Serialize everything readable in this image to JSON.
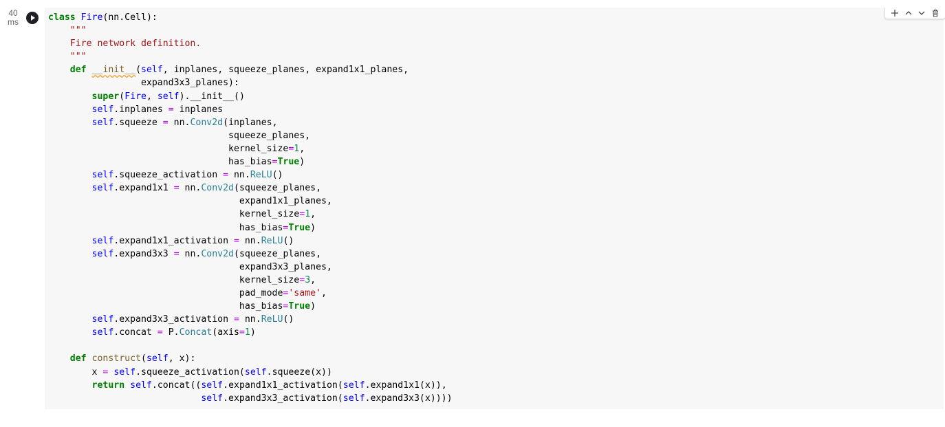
{
  "cell": {
    "exec_time_value": "40",
    "exec_time_unit": "ms",
    "run_icon": "play-circle-icon",
    "toolbar": {
      "add_icon": "plus-icon",
      "move_up_icon": "chevron-up-icon",
      "move_down_icon": "chevron-down-icon",
      "delete_icon": "trash-icon"
    },
    "code_lines": [
      "class Fire(nn.Cell):",
      "    \"\"\"",
      "    Fire network definition.",
      "    \"\"\"",
      "    def __init__(self, inplanes, squeeze_planes, expand1x1_planes,",
      "                 expand3x3_planes):",
      "        super(Fire, self).__init__()",
      "        self.inplanes = inplanes",
      "        self.squeeze = nn.Conv2d(inplanes,",
      "                                 squeeze_planes,",
      "                                 kernel_size=1,",
      "                                 has_bias=True)",
      "        self.squeeze_activation = nn.ReLU()",
      "        self.expand1x1 = nn.Conv2d(squeeze_planes,",
      "                                   expand1x1_planes,",
      "                                   kernel_size=1,",
      "                                   has_bias=True)",
      "        self.expand1x1_activation = nn.ReLU()",
      "        self.expand3x3 = nn.Conv2d(squeeze_planes,",
      "                                   expand3x3_planes,",
      "                                   kernel_size=3,",
      "                                   pad_mode='same',",
      "                                   has_bias=True)",
      "        self.expand3x3_activation = nn.ReLU()",
      "        self.concat = P.Concat(axis=1)",
      "",
      "    def construct(self, x):",
      "        x = self.squeeze_activation(self.squeeze(x))",
      "        return self.concat((self.expand1x1_activation(self.expand1x1(x)),",
      "                            self.expand3x3_activation(self.expand3x3(x))))"
    ]
  }
}
